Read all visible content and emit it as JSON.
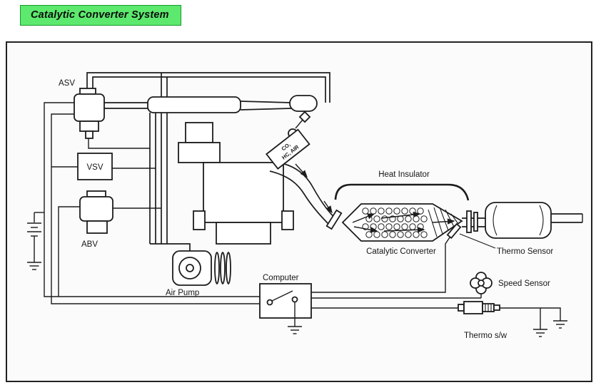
{
  "title": "Catalytic Converter System",
  "colors": {
    "title_bg": "#5ce96e",
    "title_border": "#169929",
    "panel_bg": "#fbfbfb",
    "ink": "#1c1c1c"
  },
  "diagram": {
    "labels": {
      "asv": "ASV",
      "vsv": "VSV",
      "abv": "ABV",
      "air_pump": "Air Pump",
      "computer": "Computer",
      "heat_insulator": "Heat Insulator",
      "catalytic_converter": "Catalytic Converter",
      "thermo_sensor": "Thermo Sensor",
      "speed_sensor": "Speed Sensor",
      "thermo_switch": "Thermo s/w",
      "exhaust_gas_line1": "CO,",
      "exhaust_gas_line2": "HC, AIR"
    }
  }
}
